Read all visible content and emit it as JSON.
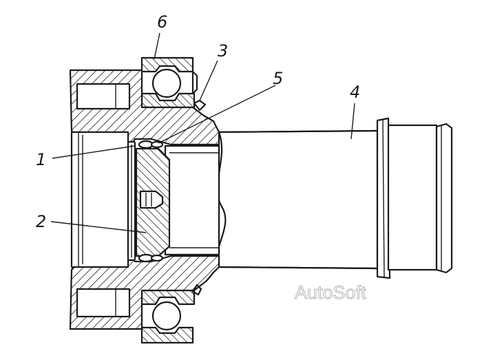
{
  "diagram": {
    "callouts": [
      {
        "id": "1",
        "text": "1"
      },
      {
        "id": "2",
        "text": "2"
      },
      {
        "id": "3",
        "text": "3"
      },
      {
        "id": "4",
        "text": "4"
      },
      {
        "id": "5",
        "text": "5"
      },
      {
        "id": "6",
        "text": "6"
      }
    ],
    "watermark": "AutoSoft"
  },
  "colors": {
    "line": "#1a1a1a",
    "background": "#ffffff",
    "watermark": "#b5b5b5"
  }
}
